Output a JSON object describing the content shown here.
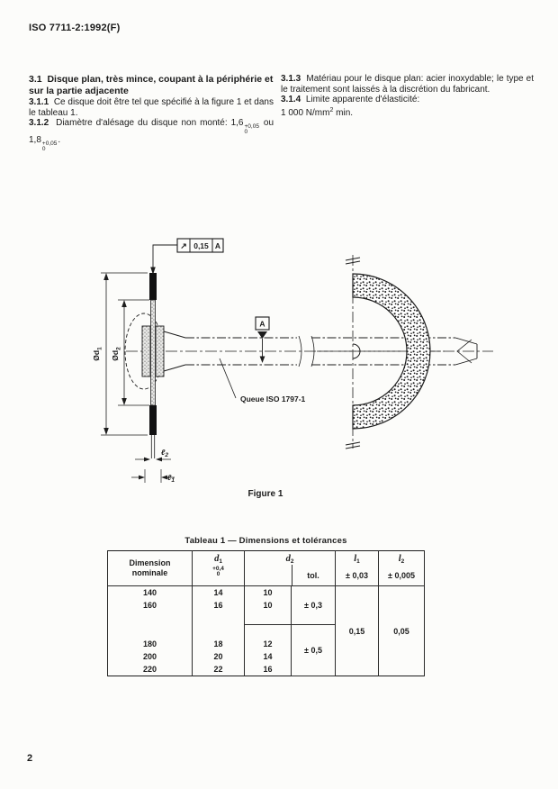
{
  "doc": {
    "header": "ISO 7711-2:1992(F)",
    "page_number": "2",
    "figure_caption": "Figure 1"
  },
  "sections": {
    "s31": {
      "num": "3.1",
      "title": "Disque plan, très mince, coupant à la périphérie et sur la partie adjacente"
    },
    "s311": {
      "num": "3.1.1",
      "text": "Ce disque doit être tel que spécifié à la figure 1 et dans le tableau 1."
    },
    "s312": {
      "num": "3.1.2",
      "text": "Diamètre d'alésage du disque non monté:",
      "v1": "1,6",
      "ou": "ou",
      "v2": "1,8",
      "tol_plus": "+0,05",
      "tol_zero": "0",
      "period": "."
    },
    "s313": {
      "num": "3.1.3",
      "text": "Matériau pour le disque plan: acier inoxydable; le type et le traitement sont laissés à la discrétion du fabricant."
    },
    "s314": {
      "num": "3.1.4",
      "line1": "Limite apparente d'élasticité:",
      "value": "1 000 N/mm",
      "sup": "2",
      "suffix": " min."
    }
  },
  "figure": {
    "fcf": {
      "symbol": "↗",
      "value": "0,15",
      "datum": "A"
    },
    "datum_label": "A",
    "shaft_label": "Queue ISO 1797-1",
    "dim_d1": {
      "main": "Ød",
      "sub": "1"
    },
    "dim_d2": {
      "main": "Ød",
      "sub": "2"
    },
    "dim_l1": {
      "main": "ℓ",
      "sub": "1"
    },
    "dim_l2": {
      "main": "ℓ",
      "sub": "2"
    }
  },
  "table": {
    "title": "Tableau 1 — Dimensions et tolérances",
    "headers": {
      "col1_line1": "Dimension",
      "col1_line2": "nominale",
      "d1_sym": "d",
      "d1_sub": "1",
      "d1_tol_plus": "+0,4",
      "d1_tol_zero": "0",
      "d2_sym": "d",
      "d2_sub": "2",
      "d2_tol_label": "tol.",
      "l1_sym": "l",
      "l1_sub": "1",
      "l1_tol": "± 0,03",
      "l2_sym": "l",
      "l2_sub": "2",
      "l2_tol": "± 0,005"
    },
    "group1": {
      "rows": [
        [
          "140",
          "14",
          "10"
        ],
        [
          "160",
          "16",
          "10"
        ]
      ],
      "tol": "± 0,3"
    },
    "group2": {
      "rows": [
        [
          "180",
          "18",
          "12"
        ],
        [
          "200",
          "20",
          "14"
        ],
        [
          "220",
          "22",
          "16"
        ]
      ],
      "tol": "± 0,5"
    },
    "l1_value": "0,15",
    "l2_value": "0,05"
  }
}
